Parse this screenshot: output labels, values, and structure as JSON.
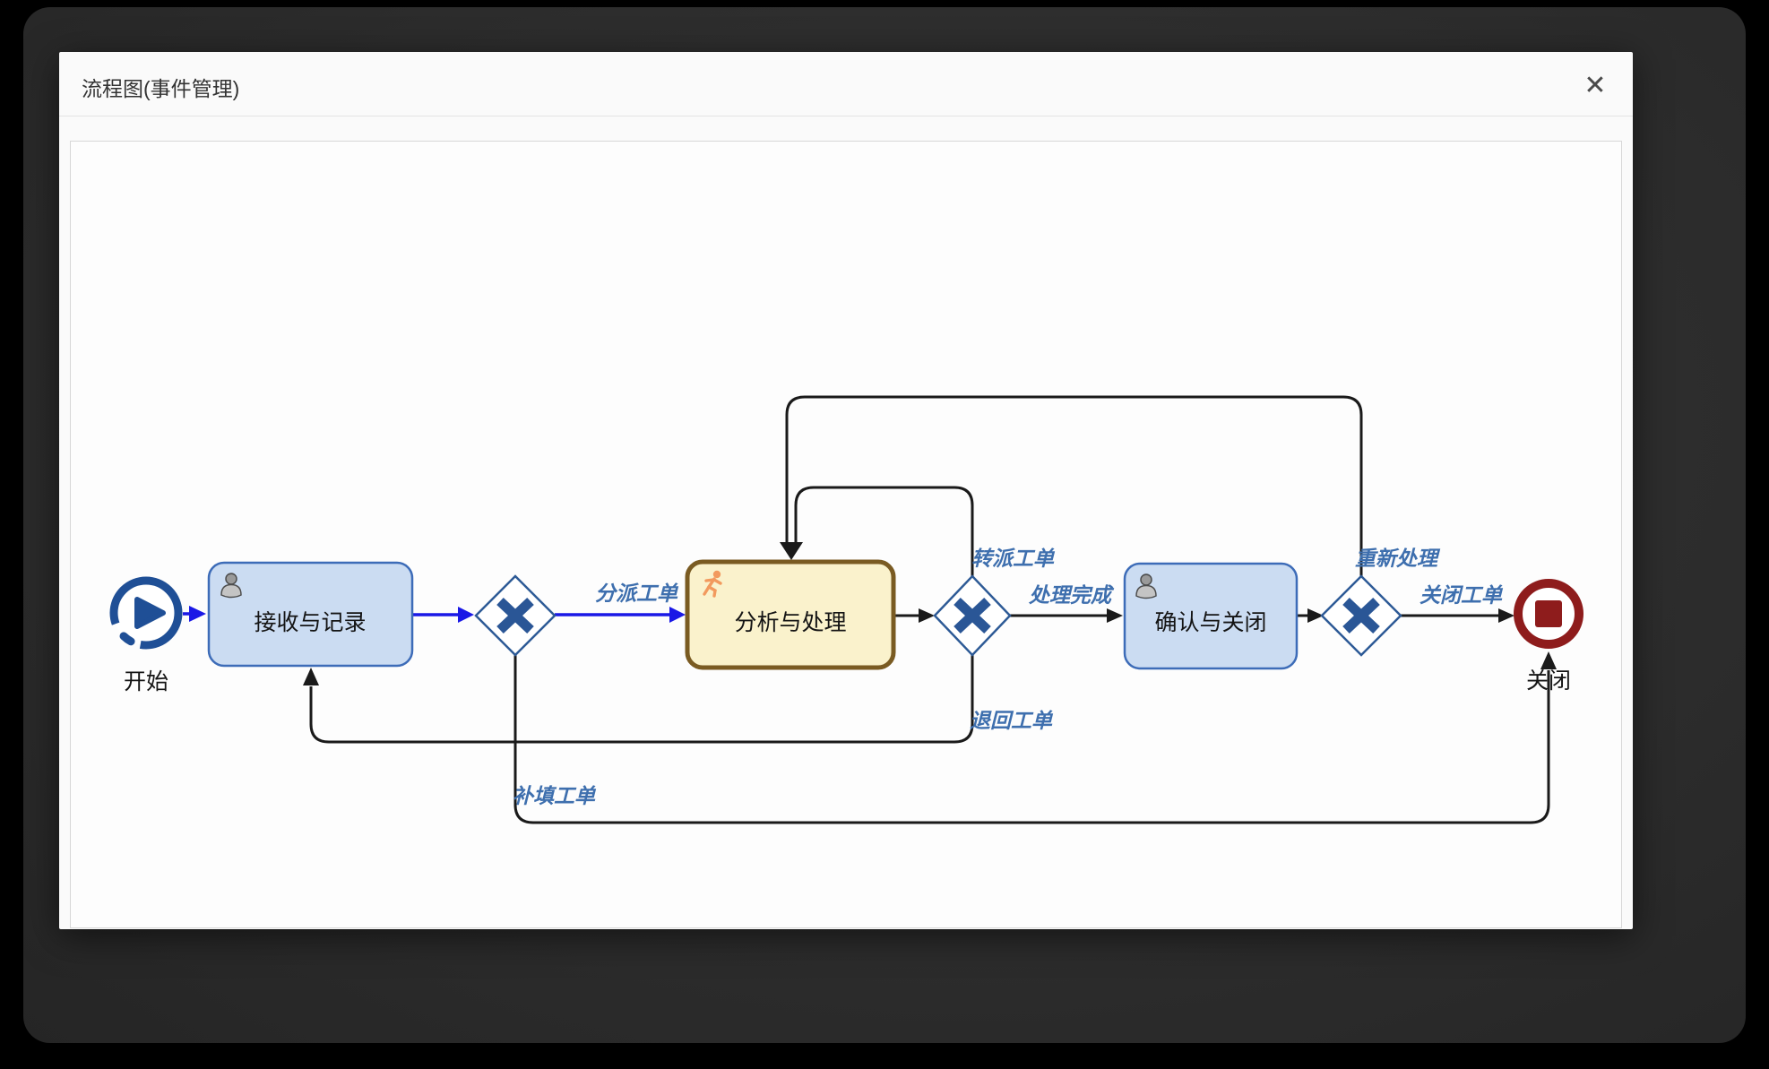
{
  "window": {
    "title": "流程图(事件管理)",
    "close_icon": "✕"
  },
  "diagram": {
    "type": "bpmn-flowchart",
    "nodes": [
      {
        "id": "start",
        "type": "start-event",
        "label": "开始"
      },
      {
        "id": "receive",
        "type": "user-task",
        "label": "接收与记录"
      },
      {
        "id": "gateway1",
        "type": "exclusive-gateway",
        "label": ""
      },
      {
        "id": "analyze",
        "type": "user-task-active",
        "label": "分析与处理"
      },
      {
        "id": "gateway2",
        "type": "exclusive-gateway",
        "label": ""
      },
      {
        "id": "confirm",
        "type": "user-task",
        "label": "确认与关闭"
      },
      {
        "id": "gateway3",
        "type": "exclusive-gateway",
        "label": ""
      },
      {
        "id": "end",
        "type": "end-event",
        "label": "关闭"
      }
    ],
    "flows": [
      {
        "from": "gateway1",
        "to": "analyze",
        "label": "分派工单",
        "highlighted": true
      },
      {
        "from": "gateway2",
        "to": "analyze",
        "label": "转派工单",
        "highlighted": false
      },
      {
        "from": "gateway2",
        "to": "confirm",
        "label": "处理完成",
        "highlighted": false
      },
      {
        "from": "gateway2",
        "to": "receive",
        "label": "退回工单",
        "highlighted": false
      },
      {
        "from": "gateway3",
        "to": "analyze",
        "label": "重新处理",
        "highlighted": false
      },
      {
        "from": "gateway3",
        "to": "end",
        "label": "关闭工单",
        "highlighted": false
      },
      {
        "from": "gateway1",
        "to": "end",
        "label": "补填工单",
        "highlighted": false
      }
    ],
    "icons": [
      {
        "name": "user-icon",
        "on": [
          "receive",
          "confirm"
        ]
      },
      {
        "name": "runner-icon",
        "on": [
          "analyze"
        ]
      }
    ],
    "colors": {
      "highlight_flow": "#1a18e6",
      "flow_label": "#3e6fae",
      "task_fill": "#cbdcf2",
      "task_border": "#3d6cb8",
      "active_task_fill": "#faf2cc",
      "active_task_border": "#7a5b22",
      "gateway": "#2a5696",
      "start_event": "#1f4f96",
      "end_event": "#8e1c1c",
      "line": "#1a1a1a"
    }
  }
}
